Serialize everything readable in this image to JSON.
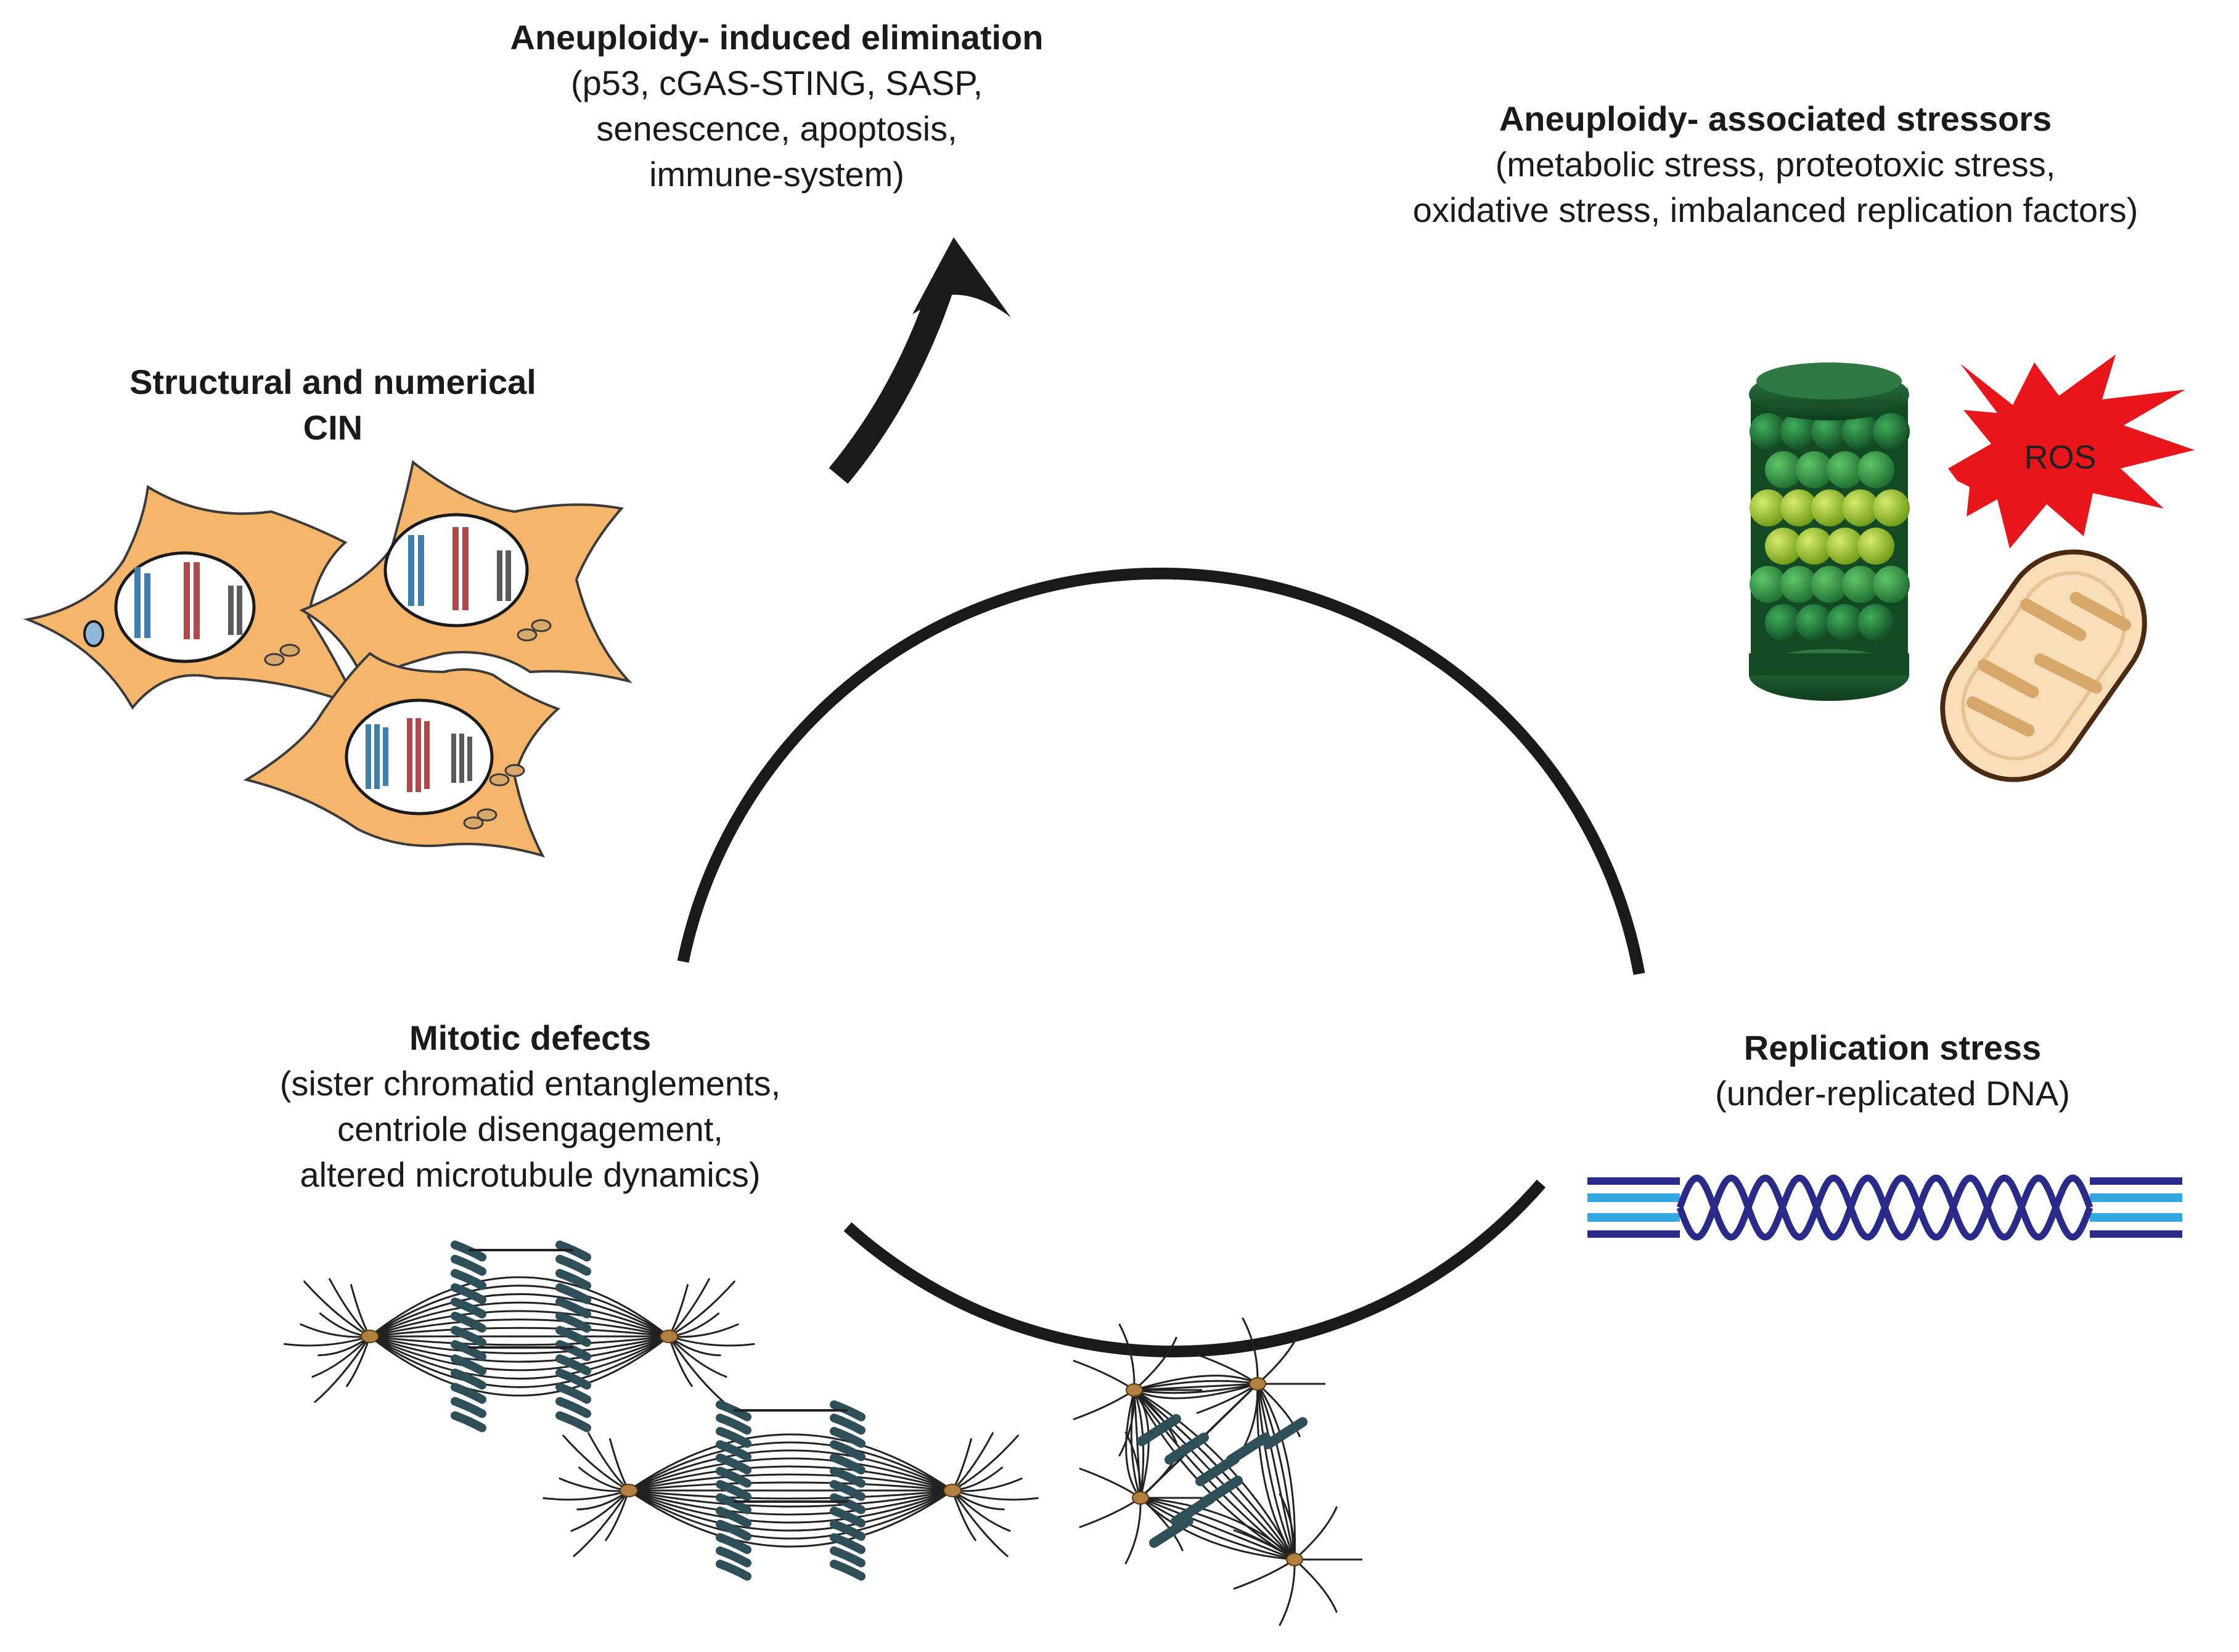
{
  "labels": {
    "elimination": {
      "title": "Aneuploidy- induced elimination",
      "lines": [
        "(p53, cGAS-STING, SASP,",
        "senescence, apoptosis,",
        "immune-system)"
      ]
    },
    "stressors": {
      "title": "Aneuploidy- associated stressors",
      "lines": [
        "(metabolic stress, proteotoxic stress,",
        "oxidative stress, imbalanced replication factors)"
      ]
    },
    "cin": {
      "title_lines": [
        "Structural and numerical",
        "CIN"
      ]
    },
    "mitotic": {
      "title": "Mitotic defects",
      "lines": [
        "(sister chromatid entanglements,",
        "centriole disengagement,",
        "altered microtubule dynamics)"
      ]
    },
    "replication": {
      "title": "Replication stress",
      "lines": [
        "(under-replicated DNA)"
      ]
    }
  },
  "ros_label": "ROS",
  "icons": [
    "cell-icon",
    "proteasome-icon",
    "ros-burst-icon",
    "mitochondrion-icon",
    "dna-helix-icon",
    "mitotic-spindle-icon",
    "multipolar-spindle-icon",
    "arrow-icon"
  ],
  "colors": {
    "cycle_line": "#1a1a1a",
    "cell_fill": "#f5b66c",
    "chrom_blue": "#3f7fb0",
    "chrom_red": "#b04a4a",
    "chrom_gray": "#5a5a5a",
    "proteasome_dark": "#1c5c30",
    "proteasome_mid": "#2e8b3e",
    "proteasome_light": "#9abf2e",
    "ros_red": "#e8151b",
    "mito_outer": "#f7ddb8",
    "mito_cristae": "#d7a86a",
    "dna_dark": "#2a2a8a",
    "dna_light": "#33a7e0",
    "spindle_chrom": "#2f4f58",
    "centrosome": "#b08040"
  }
}
